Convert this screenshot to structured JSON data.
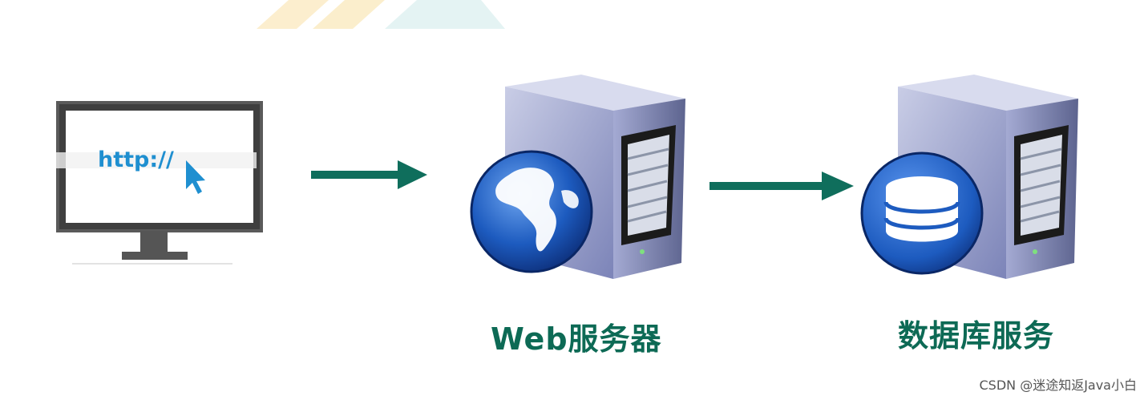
{
  "diagram": {
    "client": {
      "url_text": "http://",
      "icon": "monitor-with-cursor"
    },
    "web_server": {
      "label": "Web服务器",
      "icon": "server-with-globe"
    },
    "db_server": {
      "label": "数据库服务",
      "icon": "server-with-database"
    },
    "arrows": [
      {
        "from": "client",
        "to": "web_server"
      },
      {
        "from": "web_server",
        "to": "db_server"
      }
    ]
  },
  "watermark": "CSDN @迷途知返Java小白",
  "colors": {
    "label": "#0d6a55",
    "arrow": "#0f6e5c",
    "url": "#1f8fd0",
    "monitor_frame": "#4a4a4a",
    "server_body": "#8a93c2",
    "globe": "#1d5bbf"
  }
}
